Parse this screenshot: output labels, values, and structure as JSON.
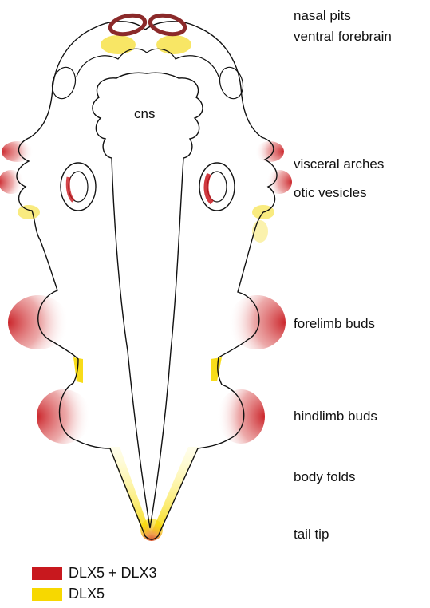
{
  "labels": {
    "nasal_pits": "nasal pits",
    "ventral_forebrain": "ventral forebrain",
    "cns": "cns",
    "visceral_arches": "visceral arches",
    "otic_vesicles": "otic vesicles",
    "forelimb_buds": "forelimb buds",
    "hindlimb_buds": "hindlimb buds",
    "body_folds": "body folds",
    "tail_tip": "tail tip"
  },
  "legend": [
    {
      "label": "DLX5 + DLX3",
      "color": "#c8181e"
    },
    {
      "label": "DLX5",
      "color": "#f7d800"
    }
  ]
}
